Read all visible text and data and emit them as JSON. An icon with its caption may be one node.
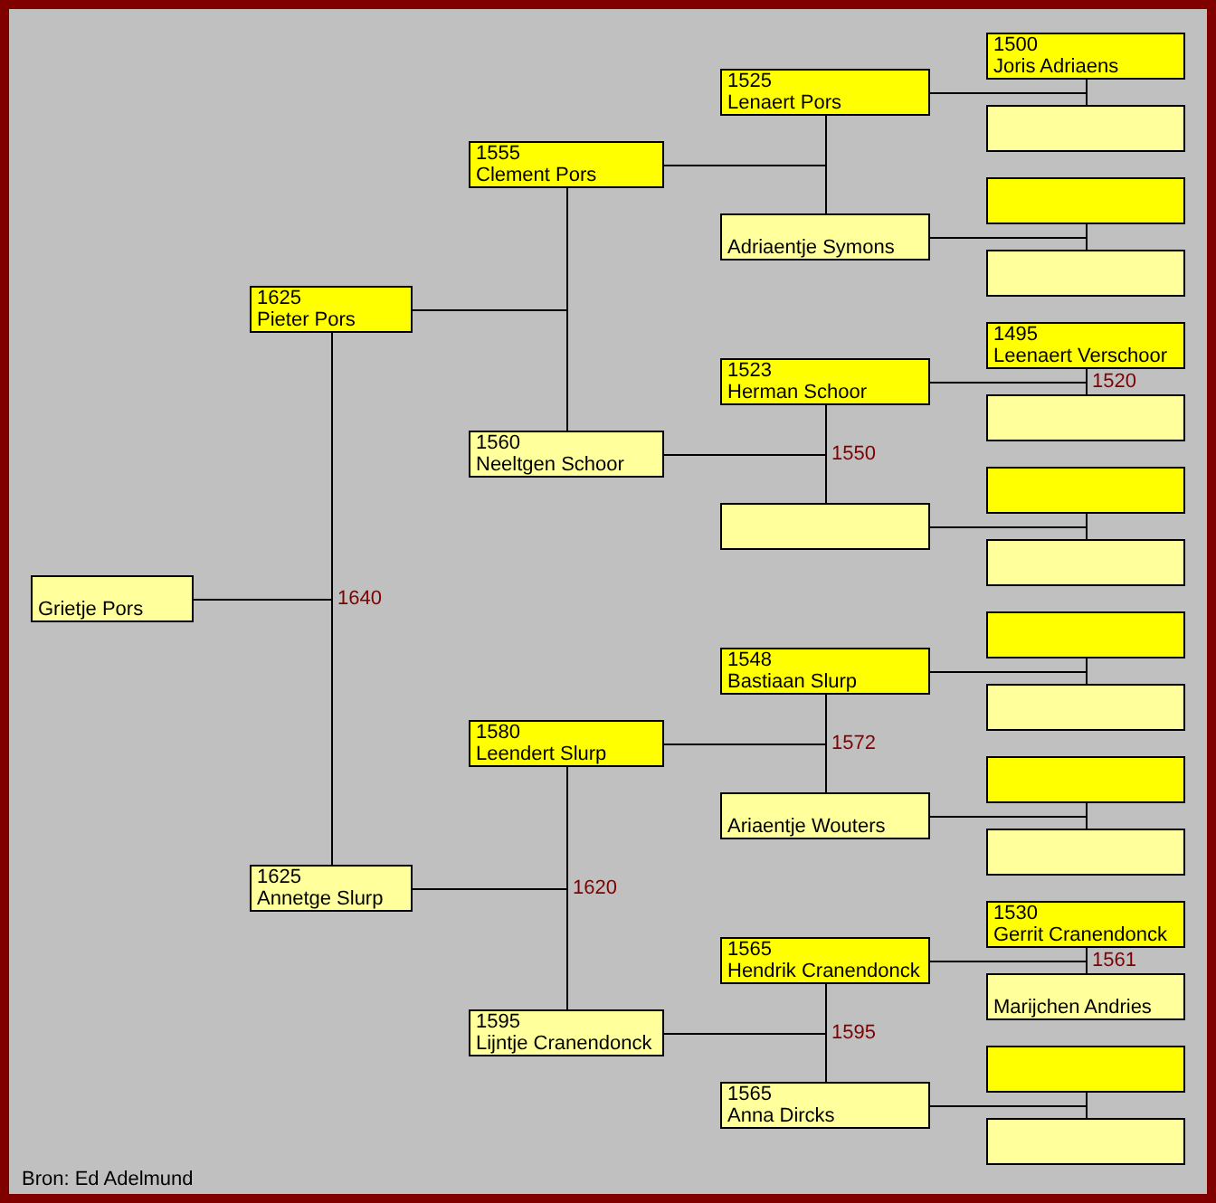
{
  "diagram": {
    "nodes": [
      {
        "text": [
          "Grietje Pors"
        ]
      },
      {
        "text": [
          "1625",
          "Pieter Pors"
        ]
      },
      {
        "text": [
          "1625",
          "Annetge Slurp"
        ]
      },
      {
        "text": [
          "1555",
          "Clement Pors"
        ]
      },
      {
        "text": [
          "1560",
          "Neeltgen Schoor"
        ]
      },
      {
        "text": [
          "1580",
          "Leendert Slurp"
        ]
      },
      {
        "text": [
          "1595",
          "Lijntje Cranendonck"
        ]
      },
      {
        "text": [
          "1525",
          "Lenaert Pors"
        ]
      },
      {
        "text": [
          "Adriaentje Symons"
        ]
      },
      {
        "text": [
          "1523",
          "Herman Schoor"
        ]
      },
      {
        "text": [],
        "shape": "box"
      },
      {
        "text": [
          "1548",
          "Bastiaan Slurp"
        ]
      },
      {
        "text": [
          "Ariaentje Wouters"
        ]
      },
      {
        "text": [
          "1565",
          "Hendrik Cranendonck"
        ]
      },
      {
        "text": [
          "1565",
          "Anna Dircks"
        ]
      },
      {
        "text": [
          "1500",
          "Joris Adriaens"
        ]
      },
      {
        "text": [],
        "shape": "box"
      },
      {
        "text": [],
        "shape": "box"
      },
      {
        "text": [],
        "shape": "box"
      },
      {
        "text": [
          "1495",
          "Leenaert Verschoor"
        ]
      },
      {
        "text": [],
        "shape": "box"
      },
      {
        "text": [],
        "shape": "box"
      },
      {
        "text": [],
        "shape": "box"
      },
      {
        "text": [],
        "shape": "box"
      },
      {
        "text": [],
        "shape": "box"
      },
      {
        "text": [],
        "shape": "box"
      },
      {
        "text": [],
        "shape": "box"
      },
      {
        "text": [
          "1530",
          "Gerrit Cranendonck"
        ]
      },
      {
        "text": [
          "Marijchen Andries"
        ]
      },
      {
        "text": [],
        "shape": "box"
      },
      {
        "text": [],
        "shape": "box"
      }
    ],
    "edges": [
      {
        "from": 0,
        "to": 1,
        "arrow": "none",
        "label": "1640"
      },
      {
        "from": 0,
        "to": 2,
        "arrow": "none"
      },
      {
        "from": 1,
        "to": 3,
        "arrow": "none"
      },
      {
        "from": 1,
        "to": 4,
        "arrow": "none"
      },
      {
        "from": 2,
        "to": 5,
        "arrow": "none",
        "label": "1620"
      },
      {
        "from": 2,
        "to": 6,
        "arrow": "none"
      },
      {
        "from": 3,
        "to": 7,
        "arrow": "none"
      },
      {
        "from": 3,
        "to": 8,
        "arrow": "none"
      },
      {
        "from": 4,
        "to": 9,
        "arrow": "none",
        "label": "1550"
      },
      {
        "from": 4,
        "to": 10,
        "arrow": "none"
      },
      {
        "from": 5,
        "to": 11,
        "arrow": "none",
        "label": "1572"
      },
      {
        "from": 5,
        "to": 12,
        "arrow": "none"
      },
      {
        "from": 6,
        "to": 13,
        "arrow": "none",
        "label": "1595"
      },
      {
        "from": 6,
        "to": 14,
        "arrow": "none"
      },
      {
        "from": 7,
        "to": 15,
        "arrow": "none"
      },
      {
        "from": 7,
        "to": 16,
        "arrow": "none"
      },
      {
        "from": 8,
        "to": 17,
        "arrow": "none"
      },
      {
        "from": 8,
        "to": 18,
        "arrow": "none"
      },
      {
        "from": 9,
        "to": 19,
        "arrow": "none",
        "label": "1520"
      },
      {
        "from": 9,
        "to": 20,
        "arrow": "none"
      },
      {
        "from": 10,
        "to": 21,
        "arrow": "none"
      },
      {
        "from": 10,
        "to": 22,
        "arrow": "none"
      },
      {
        "from": 11,
        "to": 23,
        "arrow": "none"
      },
      {
        "from": 11,
        "to": 24,
        "arrow": "none"
      },
      {
        "from": 12,
        "to": 25,
        "arrow": "none"
      },
      {
        "from": 12,
        "to": 26,
        "arrow": "none"
      },
      {
        "from": 13,
        "to": 27,
        "arrow": "none",
        "label": "1561"
      },
      {
        "from": 13,
        "to": 28,
        "arrow": "none"
      },
      {
        "from": 14,
        "to": 29,
        "arrow": "none"
      },
      {
        "from": 14,
        "to": 30,
        "arrow": "none"
      }
    ],
    "labels": [
      "Bron: Ed Adelmund"
    ]
  }
}
